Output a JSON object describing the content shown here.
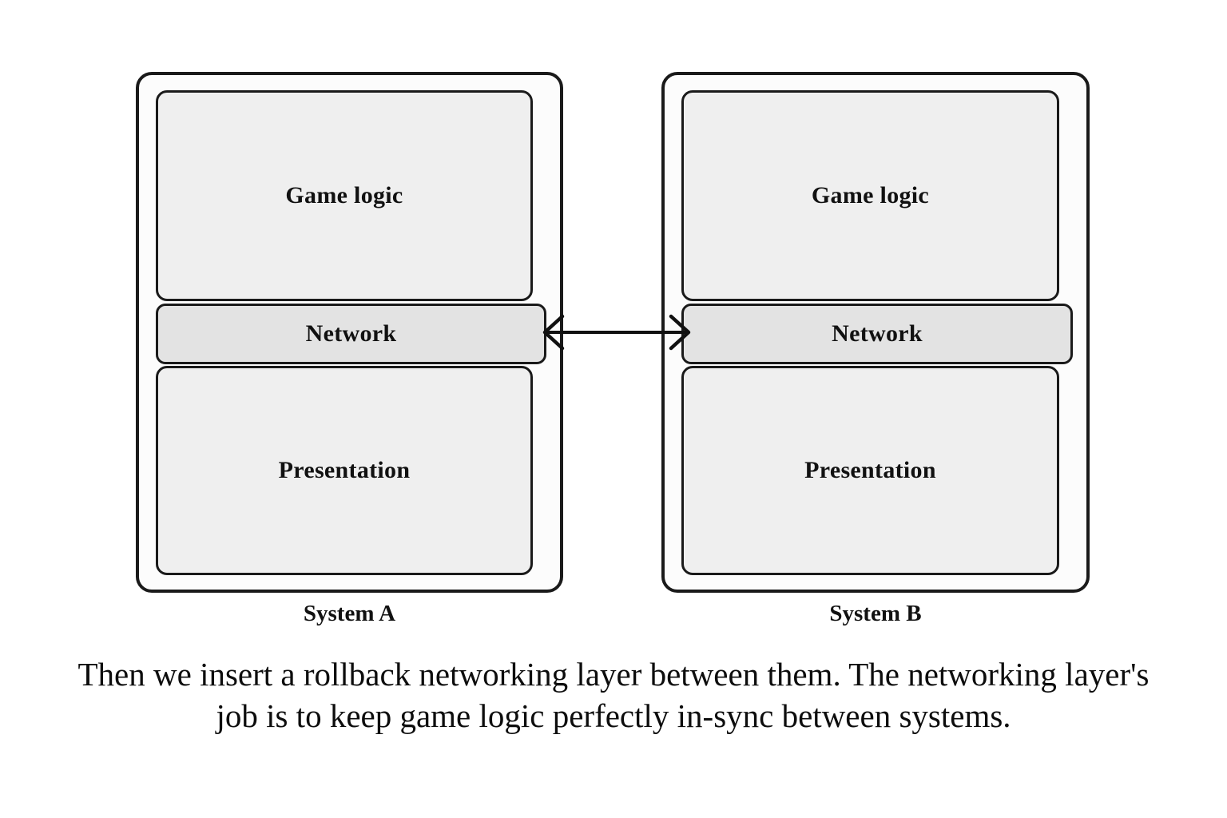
{
  "diagram": {
    "systems": [
      {
        "id": "system-a",
        "label": "System A",
        "layers": [
          {
            "name": "game-logic",
            "label": "Game logic"
          },
          {
            "name": "network",
            "label": "Network"
          },
          {
            "name": "presentation",
            "label": "Presentation"
          }
        ]
      },
      {
        "id": "system-b",
        "label": "System B",
        "layers": [
          {
            "name": "game-logic",
            "label": "Game logic"
          },
          {
            "name": "network",
            "label": "Network"
          },
          {
            "name": "presentation",
            "label": "Presentation"
          }
        ]
      }
    ],
    "connector": {
      "name": "bidirectional-network-link",
      "style": "double-headed-arrow",
      "from": "System A Network",
      "to": "System B Network"
    }
  },
  "caption": {
    "text": "Then we insert a rollback networking layer between them. The networking layer's job is to keep game logic perfectly in-sync between systems."
  },
  "colors": {
    "background": "#ffffff",
    "container_fill": "#fcfcfc",
    "layer_fill": "#efefef",
    "network_fill": "#e3e3e3",
    "stroke": "#1a1a1a",
    "text": "#111111"
  }
}
